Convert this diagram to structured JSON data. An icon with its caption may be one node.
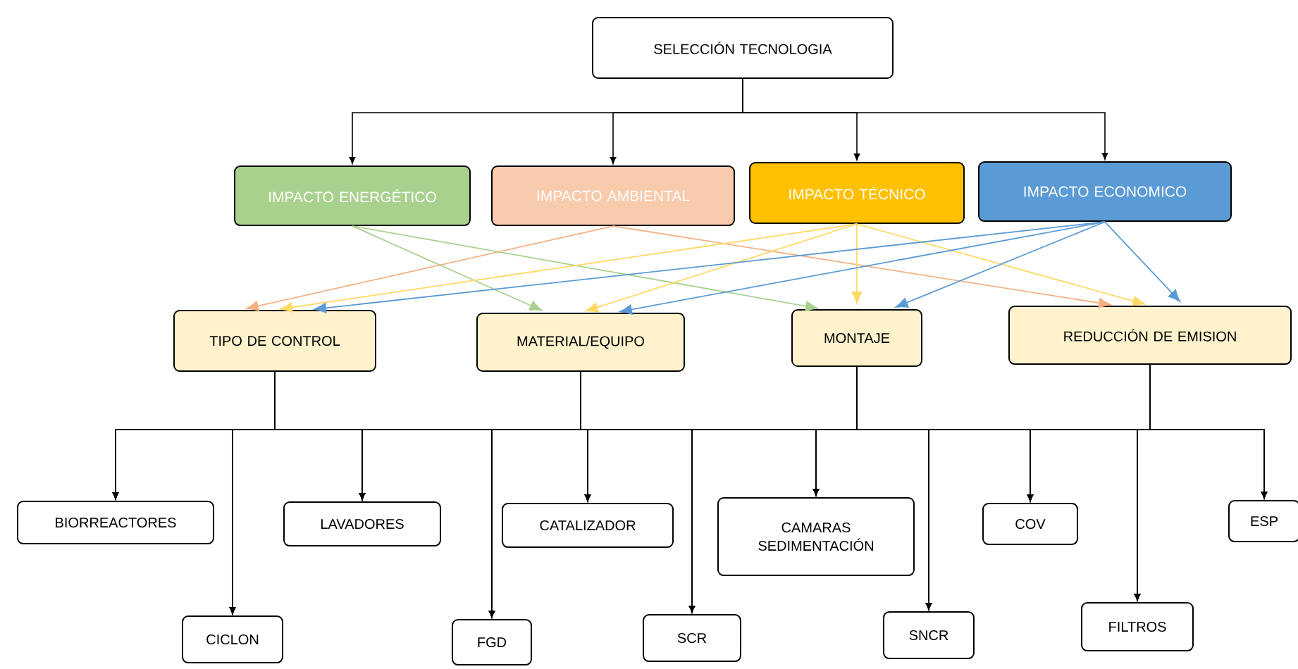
{
  "diagram": {
    "nodes": [
      {
        "text": [
          "SELECCIÓN TECNOLOGIA"
        ]
      },
      {
        "text": [
          "IMPACTO ENERGÉTICO"
        ]
      },
      {
        "text": [
          "IMPACTO AMBIENTAL"
        ]
      },
      {
        "text": [
          "IMPACTO TÉCNICO"
        ]
      },
      {
        "text": [
          "IMPACTO ECONOMICO"
        ]
      },
      {
        "text": [
          "TIPO DE CONTROL"
        ]
      },
      {
        "text": [
          "MATERIAL/EQUIPO"
        ]
      },
      {
        "text": [
          "MONTAJE"
        ]
      },
      {
        "text": [
          "REDUCCIÓN DE EMISION"
        ]
      },
      {
        "text": [
          "BIORREACTORES"
        ]
      },
      {
        "text": [
          "CICLON"
        ]
      },
      {
        "text": [
          "LAVADORES"
        ]
      },
      {
        "text": [
          "FGD"
        ]
      },
      {
        "text": [
          "CATALIZADOR"
        ]
      },
      {
        "text": [
          "SCR"
        ]
      },
      {
        "text": [
          "CAMARAS SEDIMENTACIÓN"
        ]
      },
      {
        "text": [
          "SNCR"
        ]
      },
      {
        "text": [
          "COV"
        ]
      },
      {
        "text": [
          "FILTROS"
        ]
      },
      {
        "text": [
          "ESP"
        ]
      }
    ],
    "edges": [
      {
        "from": 0,
        "to": 1,
        "arrow": "to"
      },
      {
        "from": 0,
        "to": 2,
        "arrow": "to"
      },
      {
        "from": 0,
        "to": 3,
        "arrow": "to"
      },
      {
        "from": 0,
        "to": 4,
        "arrow": "to"
      },
      {
        "from": 1,
        "to": 6,
        "arrow": "to",
        "color": "#a9d18e"
      },
      {
        "from": 1,
        "to": 7,
        "arrow": "to",
        "color": "#a9d18e"
      },
      {
        "from": 2,
        "to": 5,
        "arrow": "to",
        "color": "#f4b183"
      },
      {
        "from": 2,
        "to": 8,
        "arrow": "to",
        "color": "#f4b183"
      },
      {
        "from": 3,
        "to": 5,
        "arrow": "to",
        "color": "#ffd966"
      },
      {
        "from": 3,
        "to": 6,
        "arrow": "to",
        "color": "#ffd966"
      },
      {
        "from": 3,
        "to": 7,
        "arrow": "to",
        "color": "#ffd966"
      },
      {
        "from": 3,
        "to": 8,
        "arrow": "to",
        "color": "#ffd966"
      },
      {
        "from": 4,
        "to": 5,
        "arrow": "to",
        "color": "#5b9bd5"
      },
      {
        "from": 4,
        "to": 6,
        "arrow": "to",
        "color": "#5b9bd5"
      },
      {
        "from": 4,
        "to": 7,
        "arrow": "to",
        "color": "#5b9bd5"
      },
      {
        "from": 4,
        "to": 8,
        "arrow": "to",
        "color": "#5b9bd5"
      },
      {
        "from": 5,
        "to": 9,
        "arrow": "to"
      },
      {
        "from": 5,
        "to": 10,
        "arrow": "to"
      },
      {
        "from": 5,
        "to": 11,
        "arrow": "to"
      },
      {
        "from": 5,
        "to": 12,
        "arrow": "to"
      },
      {
        "from": 5,
        "to": 13,
        "arrow": "to"
      },
      {
        "from": 5,
        "to": 14,
        "arrow": "to"
      },
      {
        "from": 5,
        "to": 15,
        "arrow": "to"
      },
      {
        "from": 5,
        "to": 16,
        "arrow": "to"
      },
      {
        "from": 5,
        "to": 17,
        "arrow": "to"
      },
      {
        "from": 5,
        "to": 18,
        "arrow": "to"
      },
      {
        "from": 5,
        "to": 19,
        "arrow": "to"
      },
      {
        "from": 6,
        "to": 9,
        "arrow": "to"
      },
      {
        "from": 6,
        "to": 10,
        "arrow": "to"
      },
      {
        "from": 6,
        "to": 11,
        "arrow": "to"
      },
      {
        "from": 6,
        "to": 12,
        "arrow": "to"
      },
      {
        "from": 6,
        "to": 13,
        "arrow": "to"
      },
      {
        "from": 6,
        "to": 14,
        "arrow": "to"
      },
      {
        "from": 6,
        "to": 15,
        "arrow": "to"
      },
      {
        "from": 6,
        "to": 16,
        "arrow": "to"
      },
      {
        "from": 6,
        "to": 17,
        "arrow": "to"
      },
      {
        "from": 6,
        "to": 18,
        "arrow": "to"
      },
      {
        "from": 6,
        "to": 19,
        "arrow": "to"
      },
      {
        "from": 7,
        "to": 9,
        "arrow": "to"
      },
      {
        "from": 7,
        "to": 10,
        "arrow": "to"
      },
      {
        "from": 7,
        "to": 11,
        "arrow": "to"
      },
      {
        "from": 7,
        "to": 12,
        "arrow": "to"
      },
      {
        "from": 7,
        "to": 13,
        "arrow": "to"
      },
      {
        "from": 7,
        "to": 14,
        "arrow": "to"
      },
      {
        "from": 7,
        "to": 15,
        "arrow": "to"
      },
      {
        "from": 7,
        "to": 16,
        "arrow": "to"
      },
      {
        "from": 7,
        "to": 17,
        "arrow": "to"
      },
      {
        "from": 7,
        "to": 18,
        "arrow": "to"
      },
      {
        "from": 7,
        "to": 19,
        "arrow": "to"
      },
      {
        "from": 8,
        "to": 9,
        "arrow": "to"
      },
      {
        "from": 8,
        "to": 10,
        "arrow": "to"
      },
      {
        "from": 8,
        "to": 11,
        "arrow": "to"
      },
      {
        "from": 8,
        "to": 12,
        "arrow": "to"
      },
      {
        "from": 8,
        "to": 13,
        "arrow": "to"
      },
      {
        "from": 8,
        "to": 14,
        "arrow": "to"
      },
      {
        "from": 8,
        "to": 15,
        "arrow": "to"
      },
      {
        "from": 8,
        "to": 16,
        "arrow": "to"
      },
      {
        "from": 8,
        "to": 17,
        "arrow": "to"
      },
      {
        "from": 8,
        "to": 18,
        "arrow": "to"
      },
      {
        "from": 8,
        "to": 19,
        "arrow": "to"
      }
    ]
  }
}
